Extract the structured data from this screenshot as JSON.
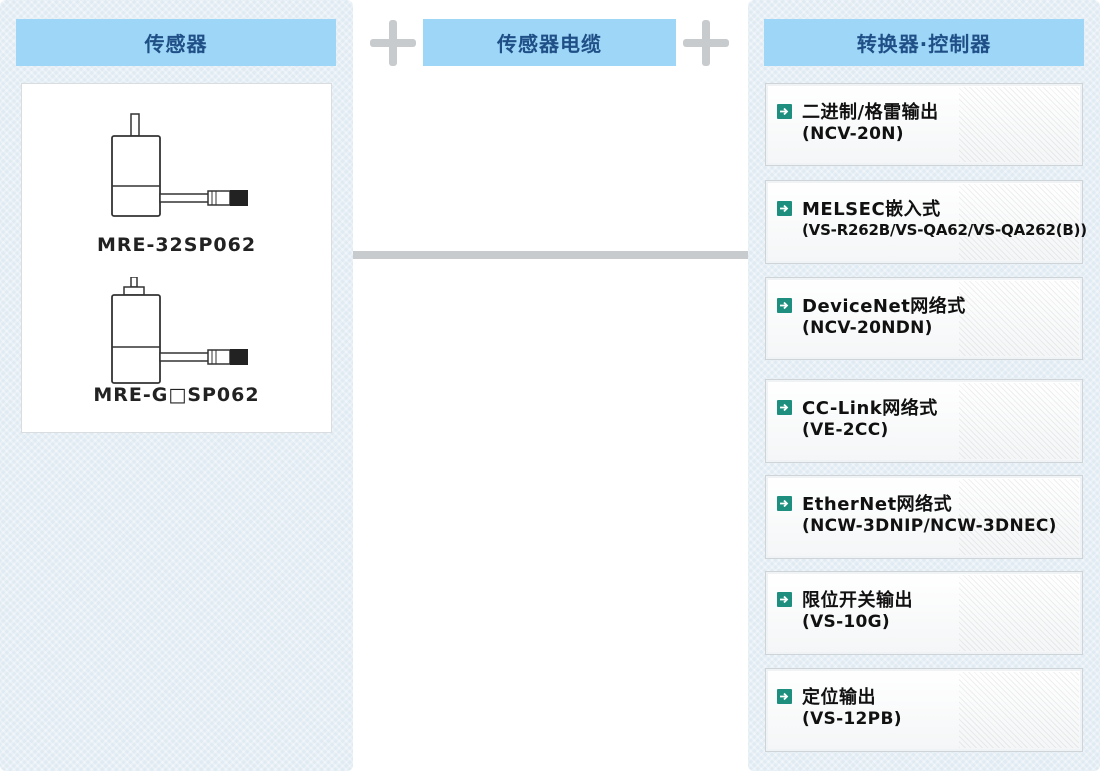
{
  "headers": {
    "sensor": "传感器",
    "cable": "传感器电缆",
    "converter": "转换器·控制器"
  },
  "sensors": [
    {
      "label": "MRE-32SP062",
      "icon": "rotary-encoder-image"
    },
    {
      "label": "MRE-G□SP062",
      "icon": "rotary-encoder-image"
    }
  ],
  "converters": [
    {
      "title": "二进制/格雷输出",
      "model": "(NCV-20N)"
    },
    {
      "title": "MELSEC嵌入式",
      "model": "(VS-R262B/VS-QA62/VS-QA262(B))"
    },
    {
      "title": "DeviceNet网络式",
      "model": "(NCV-20NDN)"
    },
    {
      "title": "CC-Link网络式",
      "model": "(VE-2CC)"
    },
    {
      "title": "EtherNet网络式",
      "model": "(NCW-3DNIP/NCW-3DNEC)"
    },
    {
      "title": "限位开关输出",
      "model": "(VS-10G)"
    },
    {
      "title": "定位输出",
      "model": "(VS-12PB)"
    }
  ],
  "colors": {
    "header_bg": "#9dd6f6",
    "header_text": "#1f4f86",
    "arrow_icon": "#1e8f7e",
    "panel_bg": "#dfeaf2",
    "connector": "#c8cbcd"
  }
}
